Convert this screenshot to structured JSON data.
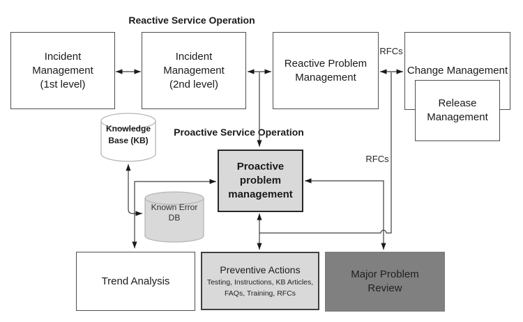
{
  "diagram": {
    "section_reactive_title": "Reactive Service Operation",
    "section_proactive_title": "Proactive Service Operation",
    "labels": {
      "rfcs_top": "RFCs",
      "rfcs_mid": "RFCs"
    },
    "boxes": {
      "incident_mgmt_l1": {
        "lines": [
          "Incident",
          "Management",
          "(1st level)"
        ]
      },
      "incident_mgmt_l2": {
        "lines": [
          "Incident",
          "Management",
          "(2nd level)"
        ]
      },
      "reactive_problem_mgmt": {
        "lines": [
          "Reactive Problem",
          "Management"
        ]
      },
      "change_mgmt": {
        "lines": [
          "Change Management"
        ]
      },
      "release_mgmt": {
        "lines": [
          "Release",
          "Management"
        ]
      },
      "proactive_problem_mgmt": {
        "lines": [
          "Proactive",
          "problem",
          "management"
        ]
      },
      "trend_analysis": {
        "lines": [
          "Trend Analysis"
        ]
      },
      "preventive_actions": {
        "title": "Preventive Actions",
        "details": [
          "Testing, Instructions, KB Articles,",
          "FAQs, Training, RFCs"
        ]
      },
      "major_problem_review": {
        "lines": [
          "Major Problem",
          "Review"
        ]
      }
    },
    "datastores": {
      "knowledge_base": {
        "lines": [
          "Knowledge",
          "Base (KB)"
        ]
      },
      "known_error_db": {
        "lines": [
          "Known",
          "Error",
          "DB"
        ]
      }
    },
    "colors": {
      "light_gray_fill": "#d9d9d9",
      "medium_gray_fill": "#808080",
      "white_fill": "#ffffff",
      "connector": "#3d3d3d",
      "cylinder_stroke": "#b5b5b5"
    }
  }
}
